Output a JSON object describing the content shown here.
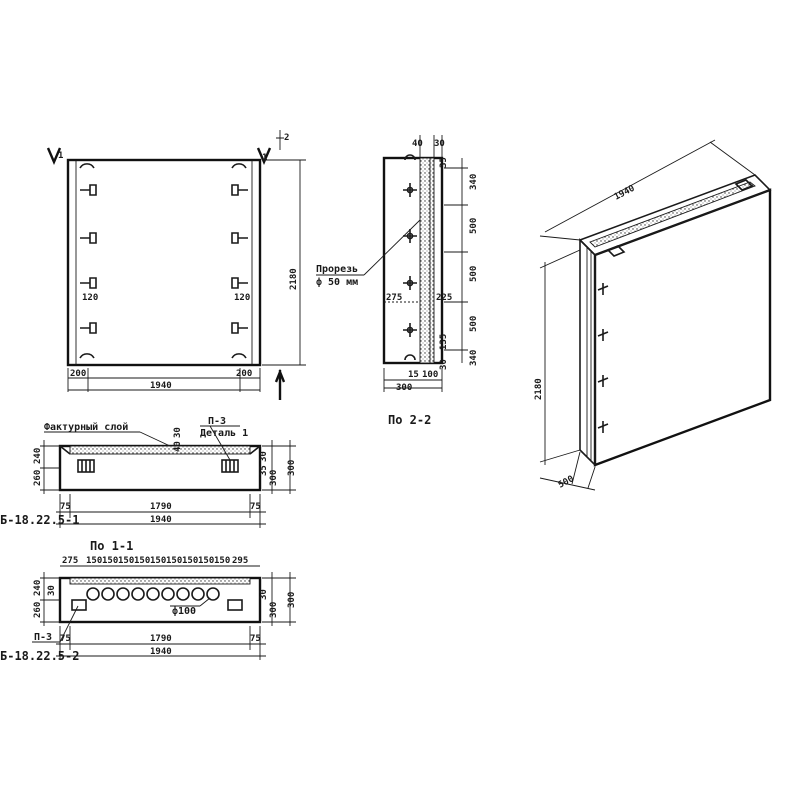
{
  "elevation": {
    "overall_height": "2180",
    "overall_width": "1940",
    "edge_left": "200",
    "edge_right": "200",
    "insert_mark_left": "120",
    "insert_mark_right": "120",
    "section_mark": "1",
    "section_mark_right_top": "2"
  },
  "section_2_2": {
    "title": "По 2-2",
    "groove_label_line1": "Прорезь",
    "groove_label_line2": "ф 50 мм",
    "top_dims": [
      "40",
      "30"
    ],
    "side_dim_small": "35",
    "right_dims": [
      "340",
      "500",
      "500",
      "500",
      "340"
    ],
    "left_inner": "275",
    "right_inner": "225",
    "bottom_dims": [
      "30",
      "135"
    ],
    "bottom_small": [
      "15",
      "100"
    ],
    "bottom_width": "300"
  },
  "section_top": {
    "label_facing": "Фактурный слой",
    "label_p3": "П-3",
    "label_detail": "Деталь 1",
    "dim_40": "40",
    "dim_30": "30",
    "left_dims": [
      "260",
      "240"
    ],
    "right_dims": [
      "30",
      "35",
      "300",
      "300"
    ],
    "bottom_small_left": "75",
    "bottom_small_right": "75",
    "inner_width": "1790",
    "overall_width": "1940",
    "mark": "Б-18.22.5-1"
  },
  "section_1_1": {
    "title": "По 1-1",
    "top_dims": [
      "275",
      "150",
      "150",
      "150",
      "150",
      "150",
      "150",
      "150",
      "150",
      "150",
      "295"
    ],
    "hole_label": "ф100",
    "left_dims": [
      "30",
      "260",
      "240"
    ],
    "right_dims": [
      "30",
      "300",
      "300"
    ],
    "label_p3": "П-3",
    "inner_width": "1790",
    "overall_width": "1940",
    "bottom_small_left": "75",
    "bottom_small_right": "75",
    "mark": "Б-18.22.5-2"
  },
  "isometric": {
    "width": "1940",
    "height": "2180",
    "thickness": "500"
  }
}
